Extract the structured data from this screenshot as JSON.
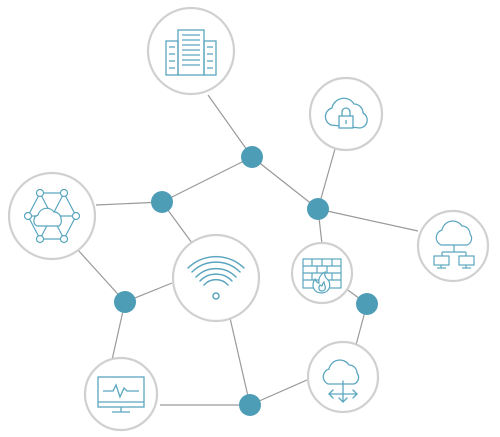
{
  "diagram": {
    "style": {
      "accent": "#5aa6bf",
      "hub_fill": "#4e9db7",
      "node_border": "#d0d0d0",
      "node_fill": "#ffffff",
      "edge_color": "#9a9a9a",
      "background": "#ffffff"
    },
    "nodes": [
      {
        "id": "building",
        "icon": "office-building-icon"
      },
      {
        "id": "cloud-lock",
        "icon": "cloud-lock-icon"
      },
      {
        "id": "cloud-network-mesh",
        "icon": "cloud-network-mesh-icon"
      },
      {
        "id": "cloud-hierarchy",
        "icon": "cloud-hierarchy-icon"
      },
      {
        "id": "wifi",
        "icon": "wifi-icon"
      },
      {
        "id": "firewall",
        "icon": "firewall-icon"
      },
      {
        "id": "monitor-pulse",
        "icon": "monitor-pulse-icon"
      },
      {
        "id": "cloud-transfer",
        "icon": "cloud-transfer-icon"
      }
    ],
    "hubs": [
      "hub-top",
      "hub-left-mid",
      "hub-right",
      "hub-left-low",
      "hub-firewall-right",
      "hub-bottom"
    ],
    "edges": [
      [
        "building",
        "hub-top"
      ],
      [
        "hub-top",
        "hub-left-mid"
      ],
      [
        "hub-top",
        "hub-right"
      ],
      [
        "hub-left-mid",
        "cloud-network-mesh"
      ],
      [
        "hub-left-mid",
        "wifi"
      ],
      [
        "hub-right",
        "cloud-lock"
      ],
      [
        "hub-right",
        "cloud-hierarchy"
      ],
      [
        "hub-right",
        "firewall"
      ],
      [
        "cloud-network-mesh",
        "hub-left-low"
      ],
      [
        "hub-left-low",
        "wifi"
      ],
      [
        "hub-left-low",
        "monitor-pulse"
      ],
      [
        "wifi",
        "hub-bottom"
      ],
      [
        "monitor-pulse",
        "hub-bottom"
      ],
      [
        "hub-bottom",
        "cloud-transfer"
      ],
      [
        "firewall",
        "hub-firewall-right"
      ],
      [
        "hub-firewall-right",
        "cloud-transfer"
      ]
    ]
  }
}
